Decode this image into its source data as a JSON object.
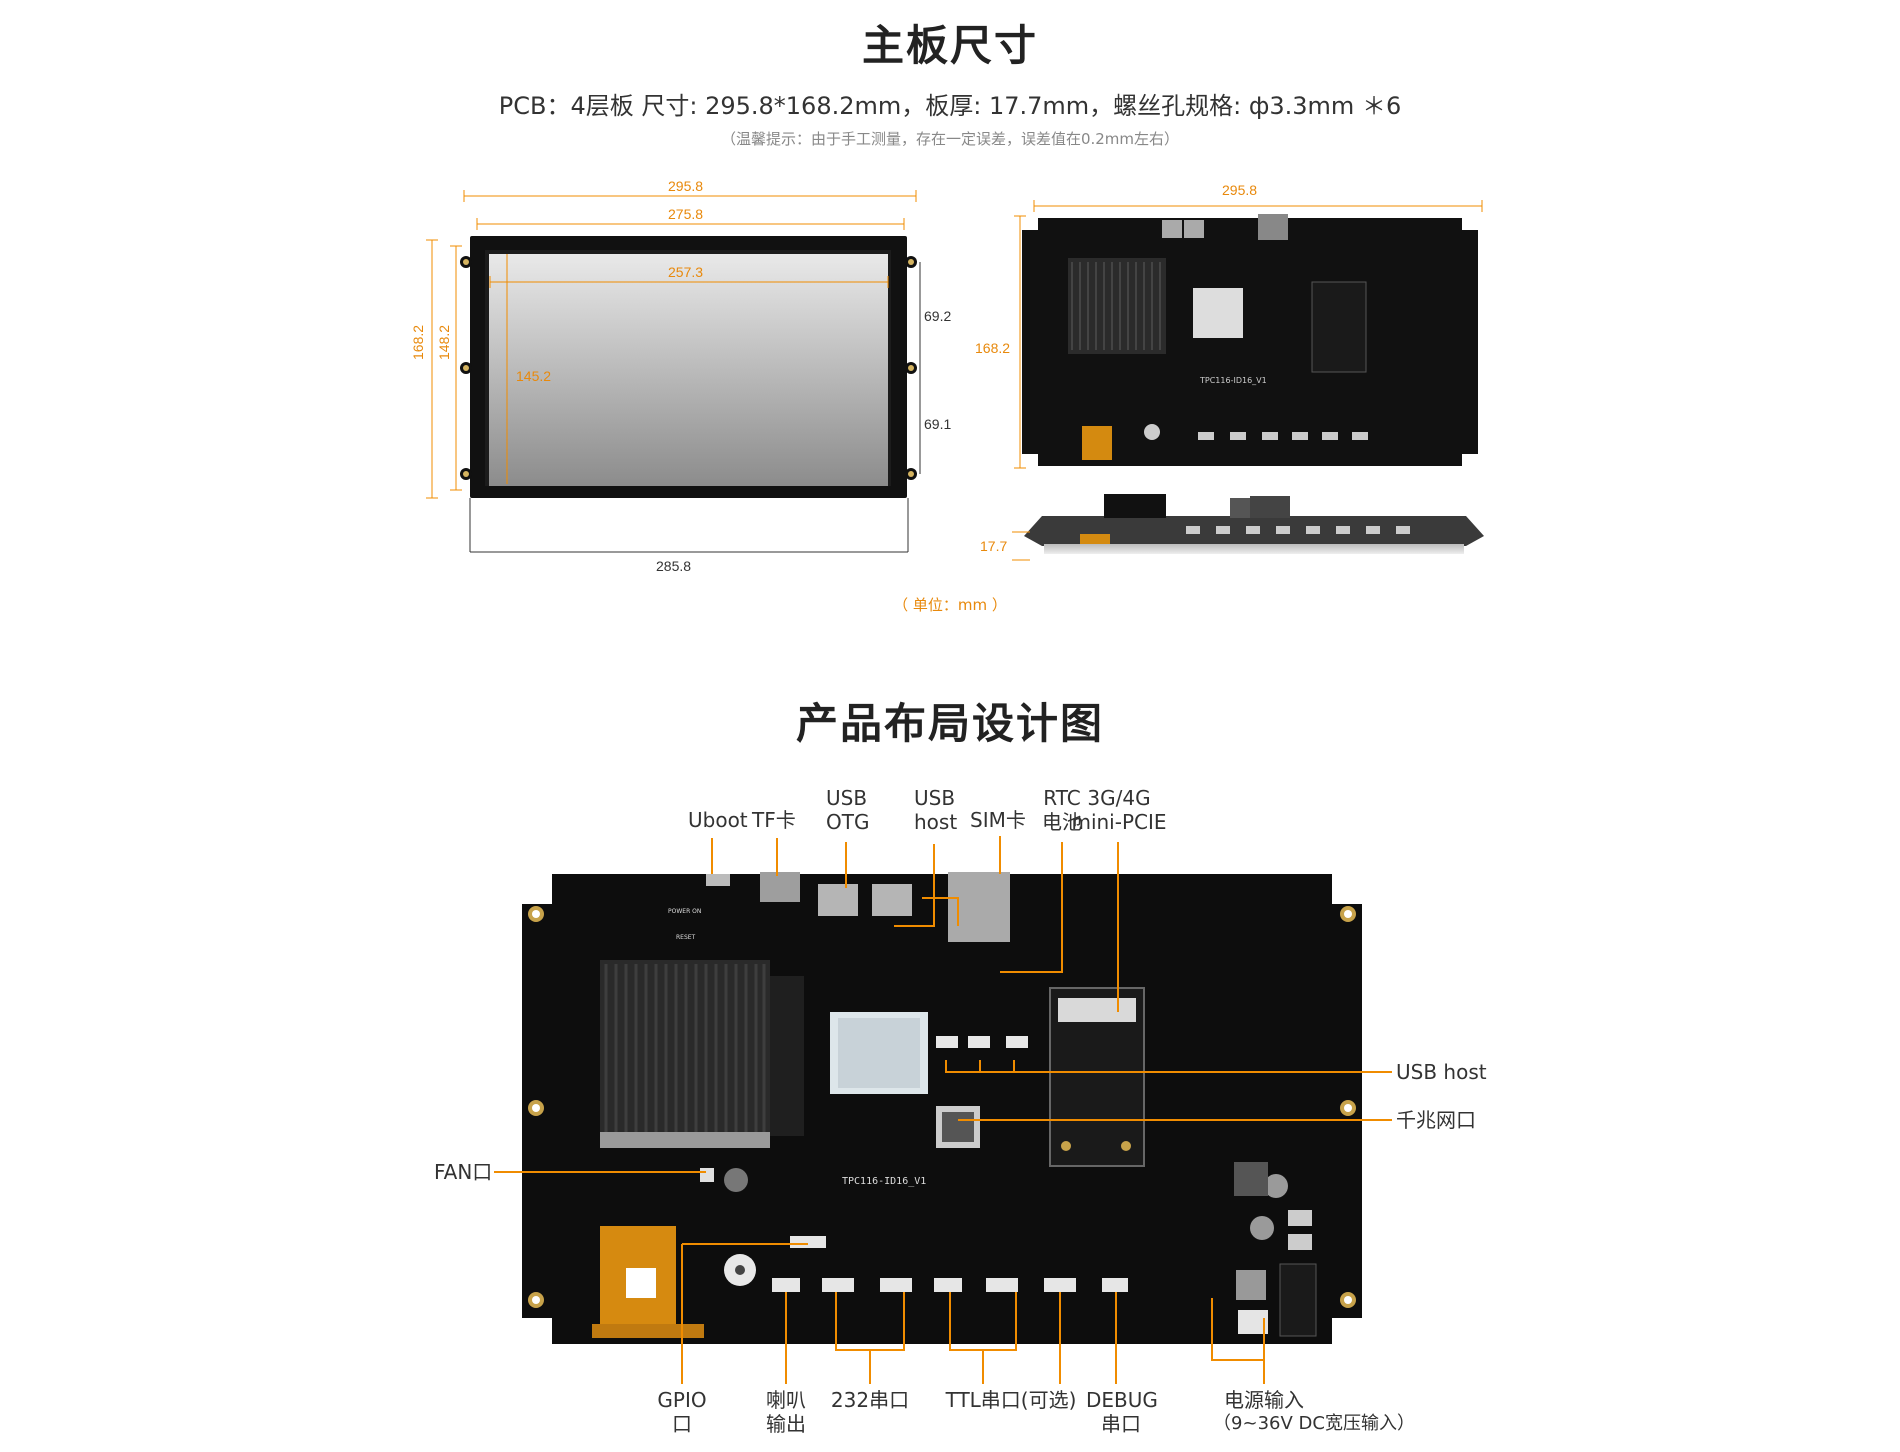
{
  "section1": {
    "title": "主板尺寸",
    "spec": "PCB：4层板   尺寸: 295.8*168.2mm，板厚: 17.7mm，螺丝孔规格: ф3.3mm ＊6",
    "tip": "（温馨提示：由于手工测量，存在一定误差，误差值在0.2mm左右）",
    "unit": "（ 单位：mm ）",
    "front_dims": {
      "outer_width": "295.8",
      "inner_width": "275.8",
      "screen_width": "257.3",
      "outer_height": "168.2",
      "inner_height": "148.2",
      "screen_height": "145.2",
      "hole_upper": "69.2",
      "hole_lower": "69.1",
      "bottom_width": "285.8"
    },
    "back_dims": {
      "width": "295.8",
      "height": "168.2",
      "thickness": "17.7"
    },
    "board_silk": "TPC116-ID16_V1"
  },
  "section2": {
    "title": "产品布局设计图",
    "top_labels": {
      "uboot": "Uboot",
      "tf": "TF卡",
      "usb_otg_1": "USB",
      "usb_otg_2": "OTG",
      "usb_host_1": "USB",
      "usb_host_2": "host",
      "sim": "SIM卡",
      "rtc_1": "RTC",
      "rtc_2": "电池",
      "pcie_1": "3G/4G",
      "pcie_2": "mini-PCIE"
    },
    "side_labels": {
      "usb_host": "USB host",
      "ethernet": "千兆网口",
      "fan": "FAN口"
    },
    "bottom_labels": {
      "gpio_1": "GPIO",
      "gpio_2": "口",
      "speaker_1": "喇叭",
      "speaker_2": "输出",
      "rs232": "232串口",
      "ttl": "TTL串口(可选)",
      "debug_1": "DEBUG",
      "debug_2": "串口",
      "power_1": "电源输入",
      "power_2": "（9~36V DC宽压输入）"
    },
    "board_silk": "TPC116-ID16_V1",
    "silk_power_on": "POWER ON",
    "silk_reset": "RESET"
  },
  "colors": {
    "accent": "#f08c00",
    "board": "#111111",
    "text": "#333333"
  }
}
